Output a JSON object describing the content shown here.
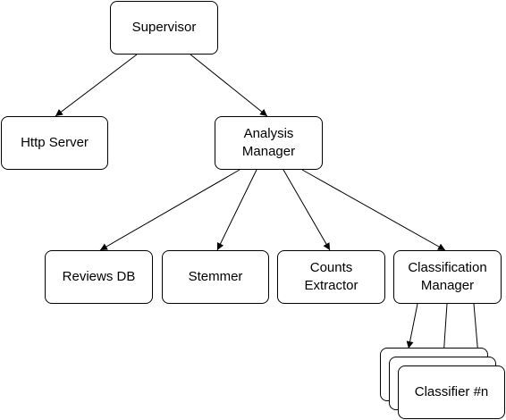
{
  "diagram": {
    "nodes": {
      "supervisor": {
        "line1": "Supervisor"
      },
      "http_server": {
        "line1": "Http Server"
      },
      "analysis_manager": {
        "line1": "Analysis",
        "line2": "Manager"
      },
      "reviews_db": {
        "line1": "Reviews DB"
      },
      "stemmer": {
        "line1": "Stemmer"
      },
      "counts_extractor": {
        "line1": "Counts",
        "line2": "Extractor"
      },
      "classification_manager": {
        "line1": "Classification",
        "line2": "Manager"
      },
      "classifier": {
        "line1": "Classifier #n"
      }
    },
    "edges": [
      {
        "from": "supervisor",
        "to": "http_server"
      },
      {
        "from": "supervisor",
        "to": "analysis_manager"
      },
      {
        "from": "analysis_manager",
        "to": "reviews_db"
      },
      {
        "from": "analysis_manager",
        "to": "stemmer"
      },
      {
        "from": "analysis_manager",
        "to": "counts_extractor"
      },
      {
        "from": "analysis_manager",
        "to": "classification_manager"
      },
      {
        "from": "classification_manager",
        "to": "classifier"
      },
      {
        "from": "classification_manager",
        "to": "classifier"
      },
      {
        "from": "classification_manager",
        "to": "classifier"
      }
    ],
    "colors": {
      "stroke": "#000000",
      "fill": "#ffffff"
    }
  }
}
